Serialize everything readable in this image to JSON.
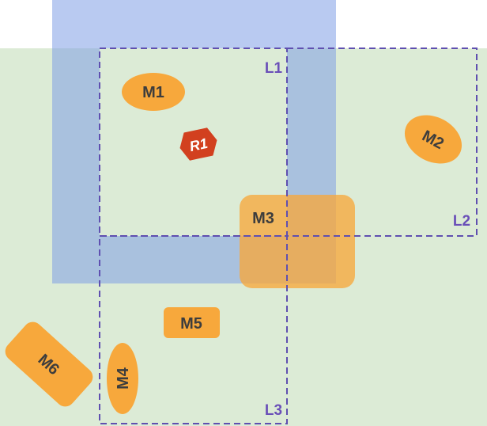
{
  "colors": {
    "green_region": "#dcebd6",
    "blue_region": "#9db3e8",
    "node_fill": "#f7a83c",
    "router_fill": "#d2401f",
    "dashed_border": "#5f4fb0",
    "node_text": "#3d3d3d",
    "region_text": "#6a4fb8",
    "router_text": "#ffffff"
  },
  "regions": [
    {
      "id": "L1",
      "label": "L1"
    },
    {
      "id": "L2",
      "label": "L2"
    },
    {
      "id": "L3",
      "label": "L3"
    }
  ],
  "nodes": [
    {
      "id": "M1",
      "label": "M1",
      "shape": "ellipse"
    },
    {
      "id": "M2",
      "label": "M2",
      "shape": "ellipse"
    },
    {
      "id": "M3",
      "label": "M3",
      "shape": "rounded-rect"
    },
    {
      "id": "M4",
      "label": "M4",
      "shape": "ellipse"
    },
    {
      "id": "M5",
      "label": "M5",
      "shape": "rounded-rect"
    },
    {
      "id": "M6",
      "label": "M6",
      "shape": "rounded-rect"
    }
  ],
  "router": {
    "id": "R1",
    "label": "R1",
    "shape": "hexagon"
  }
}
